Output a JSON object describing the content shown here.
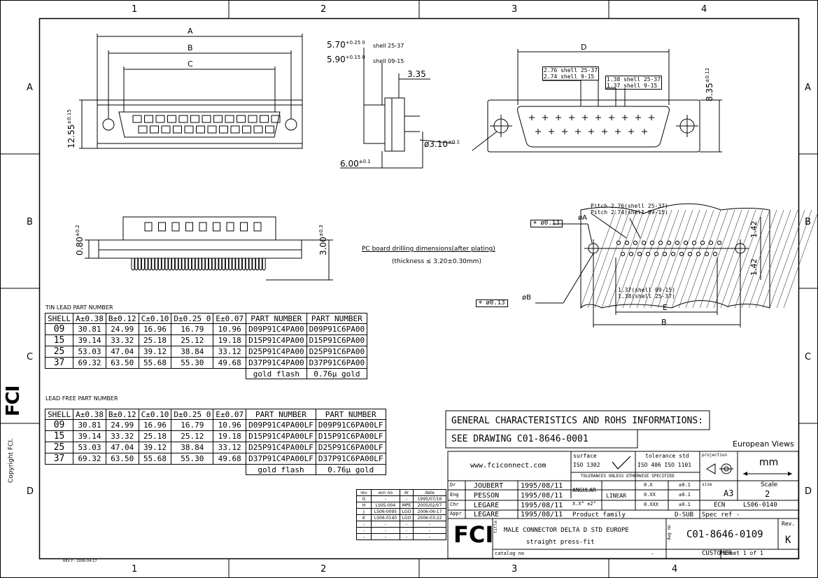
{
  "frame": {
    "col_labels": [
      "1",
      "2",
      "3",
      "4"
    ],
    "row_labels": [
      "A",
      "B",
      "C",
      "D"
    ],
    "copyright": "Copyright FCI.",
    "rev_note": "REV F - 2006-04-17"
  },
  "dims": {
    "A": "A",
    "B": "B",
    "C": "C",
    "D": "D",
    "E": "E",
    "h1255": "12.55",
    "h1255_tol": "±0.15",
    "h835": "8.35",
    "h835_tol": "±0.12",
    "h080": "0.80",
    "h080_tol": "±0.2",
    "h300": "3.00",
    "h300_tol": "±0.3",
    "s570": "5.70",
    "s570_tol": "+0.25 0",
    "s590": "5.90",
    "s590_tol": "+0.15 0",
    "shell2537": "shell 25-37",
    "shell0915": "shell 09-15",
    "s335": "3.35",
    "s600": "6.00",
    "s600_tol": "±0.1",
    "s310": "ø3.10",
    "s310_tol": "±0.1",
    "d276": "2.76 shell 25-37",
    "d274": "2.74 shell 9-15",
    "d138": "1.38 shell 25-37",
    "d137": "1.37 shell 9-15",
    "pitch1": "Pitch 2.76(shell 25-37)",
    "pitch2": "Pitch 2.74(shell 09-15)",
    "tolA": "ø0.13",
    "tolB": "ø0.13",
    "phiA": "øA",
    "phiB": "øB",
    "r142a": "1.42",
    "r142b": "1.42",
    "r137": "1.37(shell 09-15)",
    "r138": "1.38(shell 25-37)",
    "pcb1": "PC board drilling dimensions(after plating)",
    "pcb2": "(thickness ≤ 3.20±0.30mm)"
  },
  "tin_table": {
    "title": "TIN LEAD PART NUMBER",
    "headers": [
      "SHELL",
      "A±0.38",
      "B±0.12",
      "C±0.10",
      "D±0.25 0",
      "E±0.07",
      "PART NUMBER",
      "PART NUMBER"
    ],
    "rows": [
      [
        "09",
        "30.81",
        "24.99",
        "16.96",
        "16.79",
        "10.96",
        "D09P91C4PA00",
        "D09P91C6PA00"
      ],
      [
        "15",
        "39.14",
        "33.32",
        "25.18",
        "25.12",
        "19.18",
        "D15P91C4PA00",
        "D15P91C6PA00"
      ],
      [
        "25",
        "53.03",
        "47.04",
        "39.12",
        "38.84",
        "33.12",
        "D25P91C4PA00",
        "D25P91C6PA00"
      ],
      [
        "37",
        "69.32",
        "63.50",
        "55.68",
        "55.30",
        "49.68",
        "D37P91C4PA00",
        "D37P91C6PA00"
      ]
    ],
    "footer": [
      "gold flash",
      "0.76µ gold"
    ]
  },
  "lf_table": {
    "title": "LEAD FREE PART NUMBER",
    "headers": [
      "SHELL",
      "A±0.38",
      "B±0.12",
      "C±0.10",
      "D±0.25 0",
      "E±0.07",
      "PART NUMBER",
      "PART NUMBER"
    ],
    "rows": [
      [
        "09",
        "30.81",
        "24.99",
        "16.96",
        "16.79",
        "10.96",
        "D09P91C4PA00LF",
        "D09P91C6PA00LF"
      ],
      [
        "15",
        "39.14",
        "33.32",
        "25.18",
        "25.12",
        "19.18",
        "D15P91C4PA00LF",
        "D15P91C6PA00LF"
      ],
      [
        "25",
        "53.03",
        "47.04",
        "39.12",
        "38.84",
        "33.12",
        "D25P91C4PA00LF",
        "D25P91C6PA00LF"
      ],
      [
        "37",
        "69.32",
        "63.50",
        "55.68",
        "55.30",
        "49.68",
        "D37P91C4PA00LF",
        "D37P91C6PA00LF"
      ]
    ],
    "footer": [
      "gold flash",
      "0.76µ gold"
    ]
  },
  "rev_table": {
    "headers": [
      "rev",
      "ecn no",
      "dr",
      "date"
    ],
    "rows": [
      [
        "G",
        "-",
        "-",
        "1995/07/16"
      ],
      [
        "H",
        "LS05-004",
        "MPE",
        "2005/02/07"
      ],
      [
        "J",
        "LS06-0095",
        "LGO",
        "2006-06-17"
      ],
      [
        "K",
        "LS06-0140",
        "LGO",
        "2006-03-22"
      ],
      [
        "-",
        "-",
        "-",
        "-"
      ],
      [
        "-",
        "-",
        "-",
        "-"
      ],
      [
        "-",
        "-",
        "-",
        "-"
      ]
    ]
  },
  "general": {
    "line1": "GENERAL CHARACTERISTICS AND ROHS INFORMATIONS:",
    "line2": "SEE DRAWING C01-8646-0001",
    "views": "European Views"
  },
  "title_block": {
    "website": "www.fciconnect.com",
    "surface": "surface",
    "iso1302": "ISO 1302",
    "tol_std": "tolerance std",
    "iso406": "ISO 406  ISO 1101",
    "tol_note": "TOLERANCES UNLESS OTHERWISE SPECIFIED",
    "projection": "projection",
    "units": "mm",
    "roles": [
      {
        "role": "Dr",
        "name": "JOUBERT",
        "date": "1995/08/11"
      },
      {
        "role": "Eng",
        "name": "PESSON",
        "date": "1995/08/11"
      },
      {
        "role": "Chr",
        "name": "LEGARE",
        "date": "1995/08/11"
      },
      {
        "role": "Appr",
        "name": "LEGARE",
        "date": "1995/08/11"
      }
    ],
    "angular": "ANGULAR",
    "angular_val": "X.X°  ±2°",
    "linear": "LINEAR",
    "lin_rows": [
      [
        "0.X",
        "±0.1"
      ],
      [
        "0.XX",
        "±0.1"
      ],
      [
        "0.XXX",
        "±0.1"
      ]
    ],
    "size_label": "size",
    "size": "A3",
    "scale_label": "Scale",
    "scale": "2",
    "ecn_label": "ECN",
    "ecn": "LS06-0140",
    "family_label": "Product family",
    "family": "D-SUB",
    "specref": "Spec ref  -",
    "title_label": "title",
    "title1": "MALE CONNECTOR DELTA D STD EUROPE",
    "title2": "straight press-fit",
    "catalog": "catalog no",
    "catalog_val": "-",
    "dwg_label": "dwg no",
    "dwg": "C01-8646-0109",
    "rev_label": "Rev.",
    "rev": "K",
    "customer": "CUSTOMER",
    "sheet": "sheet  1  of  1",
    "logo": "FCI"
  }
}
